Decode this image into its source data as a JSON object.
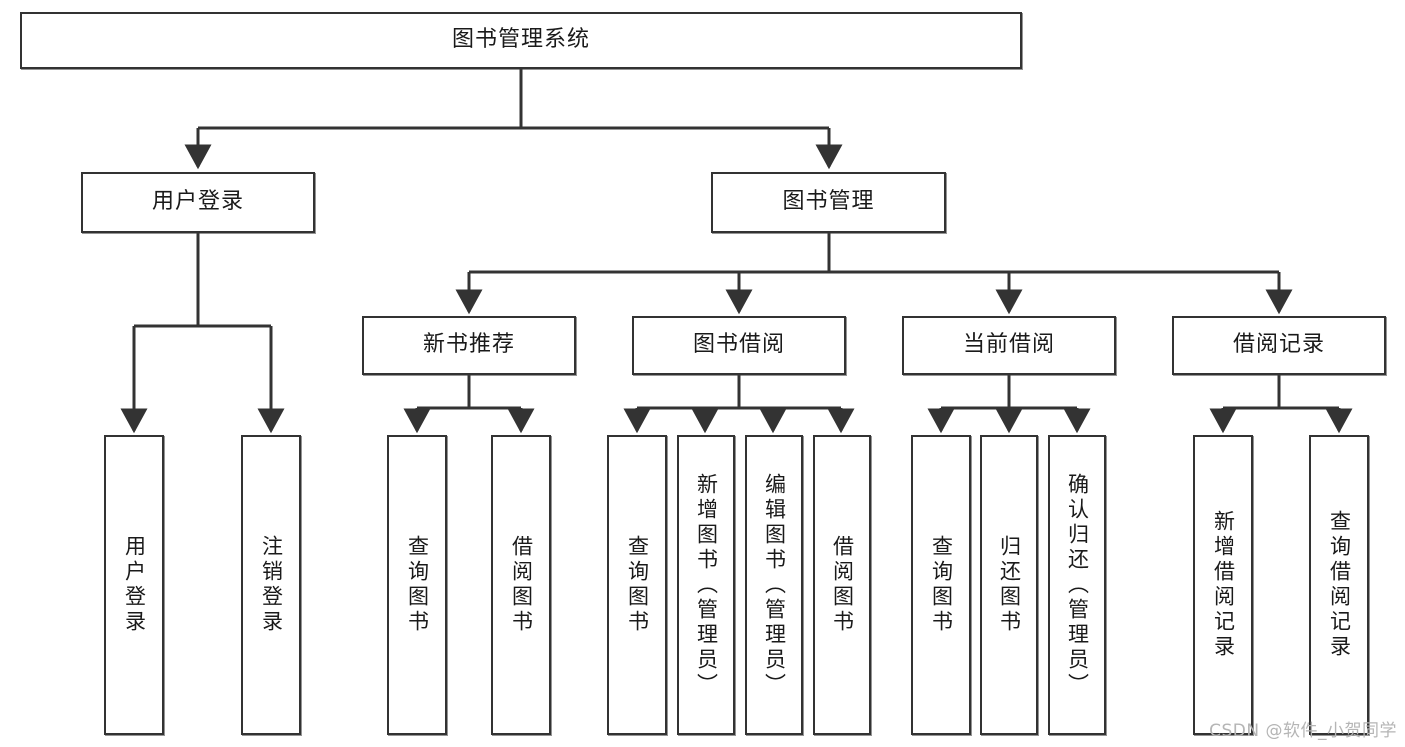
{
  "diagram": {
    "title_node": {
      "label": "图书管理系统"
    },
    "level2": [
      {
        "id": "user-login",
        "label": "用户登录"
      },
      {
        "id": "book-manage",
        "label": "图书管理"
      }
    ],
    "level3": [
      {
        "id": "new-book-recommend",
        "label": "新书推荐"
      },
      {
        "id": "book-borrow",
        "label": "图书借阅"
      },
      {
        "id": "current-borrow",
        "label": "当前借阅"
      },
      {
        "id": "borrow-record",
        "label": "借阅记录"
      }
    ],
    "leaves": [
      {
        "id": "leaf-user-login",
        "label": "用户登录"
      },
      {
        "id": "leaf-user-logout",
        "label": "注销登录"
      },
      {
        "id": "leaf-query-book-1",
        "label": "查询图书"
      },
      {
        "id": "leaf-borrow-book-1",
        "label": "借阅图书"
      },
      {
        "id": "leaf-query-book-2",
        "label": "查询图书"
      },
      {
        "id": "leaf-add-book",
        "label": "新增图书（管理员）"
      },
      {
        "id": "leaf-edit-book",
        "label": "编辑图书（管理员）"
      },
      {
        "id": "leaf-borrow-book-2",
        "label": "借阅图书"
      },
      {
        "id": "leaf-query-book-3",
        "label": "查询图书"
      },
      {
        "id": "leaf-return-book",
        "label": "归还图书"
      },
      {
        "id": "leaf-confirm-return",
        "label": "确认归还（管理员）"
      },
      {
        "id": "leaf-add-record",
        "label": "新增借阅记录"
      },
      {
        "id": "leaf-query-record",
        "label": "查询借阅记录"
      }
    ],
    "watermark": "CSDN @软件_小贺同学",
    "colors": {
      "stroke": "#333333",
      "background": "#ffffff",
      "text": "#1a1a1a",
      "watermark": "#b5b5b5"
    }
  }
}
